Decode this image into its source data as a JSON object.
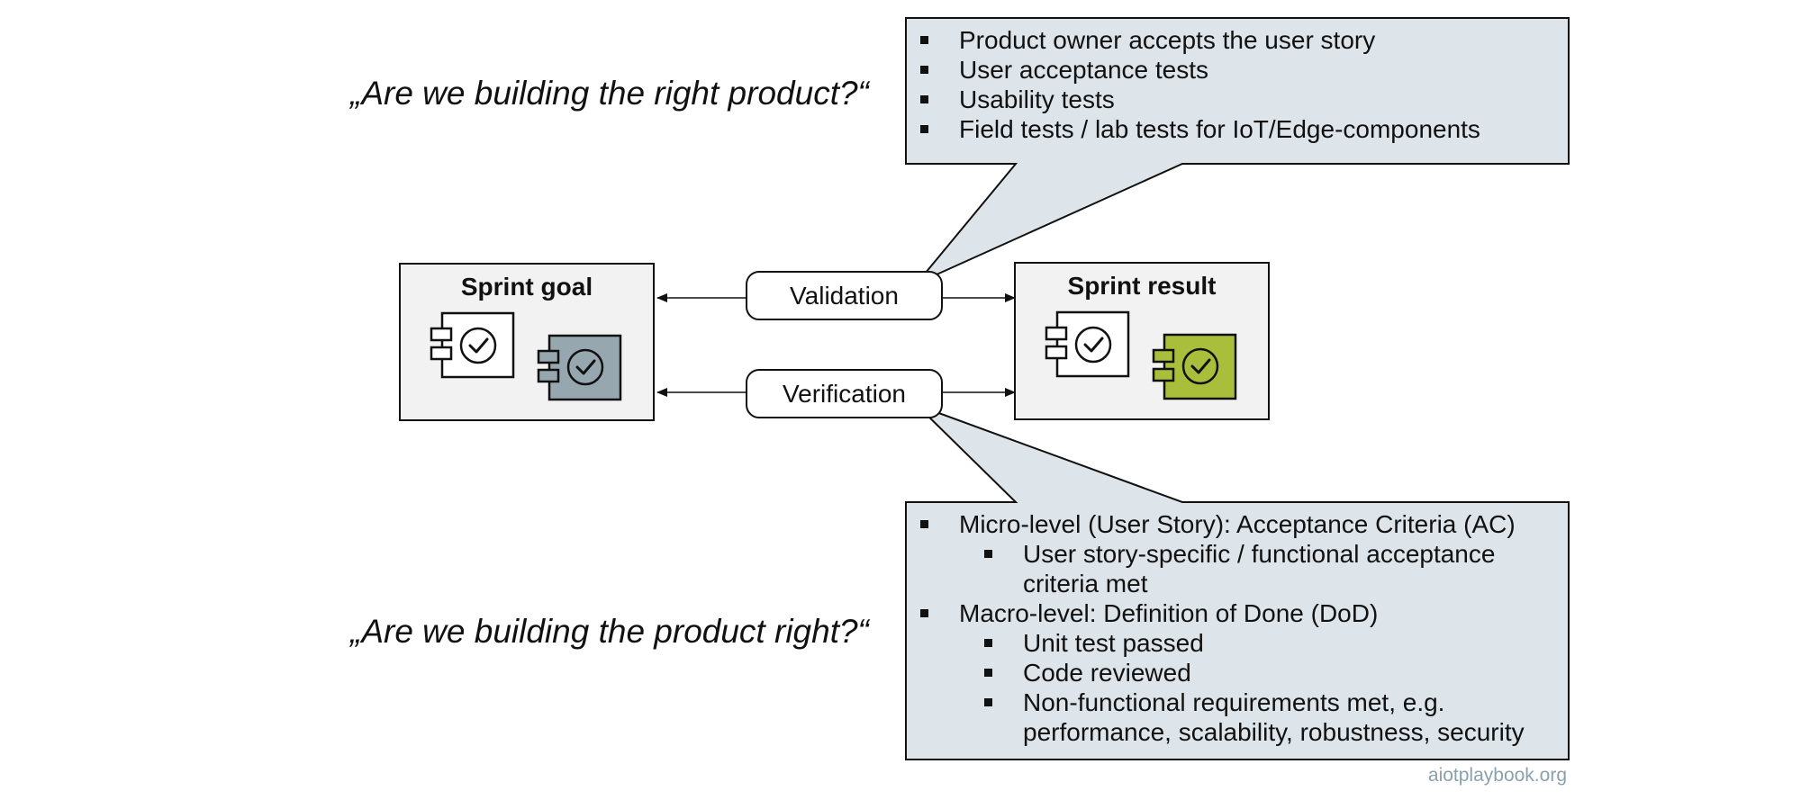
{
  "questions": {
    "validation": "„Are we building the right product?“",
    "verification": "„Are we building the product right?“"
  },
  "sprint_goal": {
    "title": "Sprint goal",
    "component_icons": [
      "component-check-icon",
      "component-check-icon"
    ],
    "accent_color": "#97a7b0"
  },
  "sprint_result": {
    "title": "Sprint result",
    "component_icons": [
      "component-check-icon",
      "component-check-icon"
    ],
    "accent_color": "#a9bf3b"
  },
  "pills": {
    "validation": "Validation",
    "verification": "Verification"
  },
  "validation_callout": {
    "items": [
      "Product owner accepts the user story",
      "User acceptance tests",
      "Usability tests",
      "Field tests / lab tests for IoT/Edge-components"
    ]
  },
  "verification_callout": {
    "items": [
      {
        "text": "Micro-level (User Story): Acceptance Criteria (AC)",
        "level": 1
      },
      {
        "text": "User story-specific / functional acceptance criteria met",
        "level": 2
      },
      {
        "text": "Macro-level: Definition of Done (DoD)",
        "level": 1
      },
      {
        "text": "Unit test passed",
        "level": 2
      },
      {
        "text": "Code reviewed",
        "level": 2
      },
      {
        "text": "Non-functional requirements met, e.g. performance, scalability, robustness, security",
        "level": 2
      }
    ]
  },
  "colors": {
    "callout_fill": "#dde4ea",
    "box_fill": "#f2f2f2",
    "footer_text": "#8aa0ad"
  },
  "footer": "aiotplaybook.org"
}
